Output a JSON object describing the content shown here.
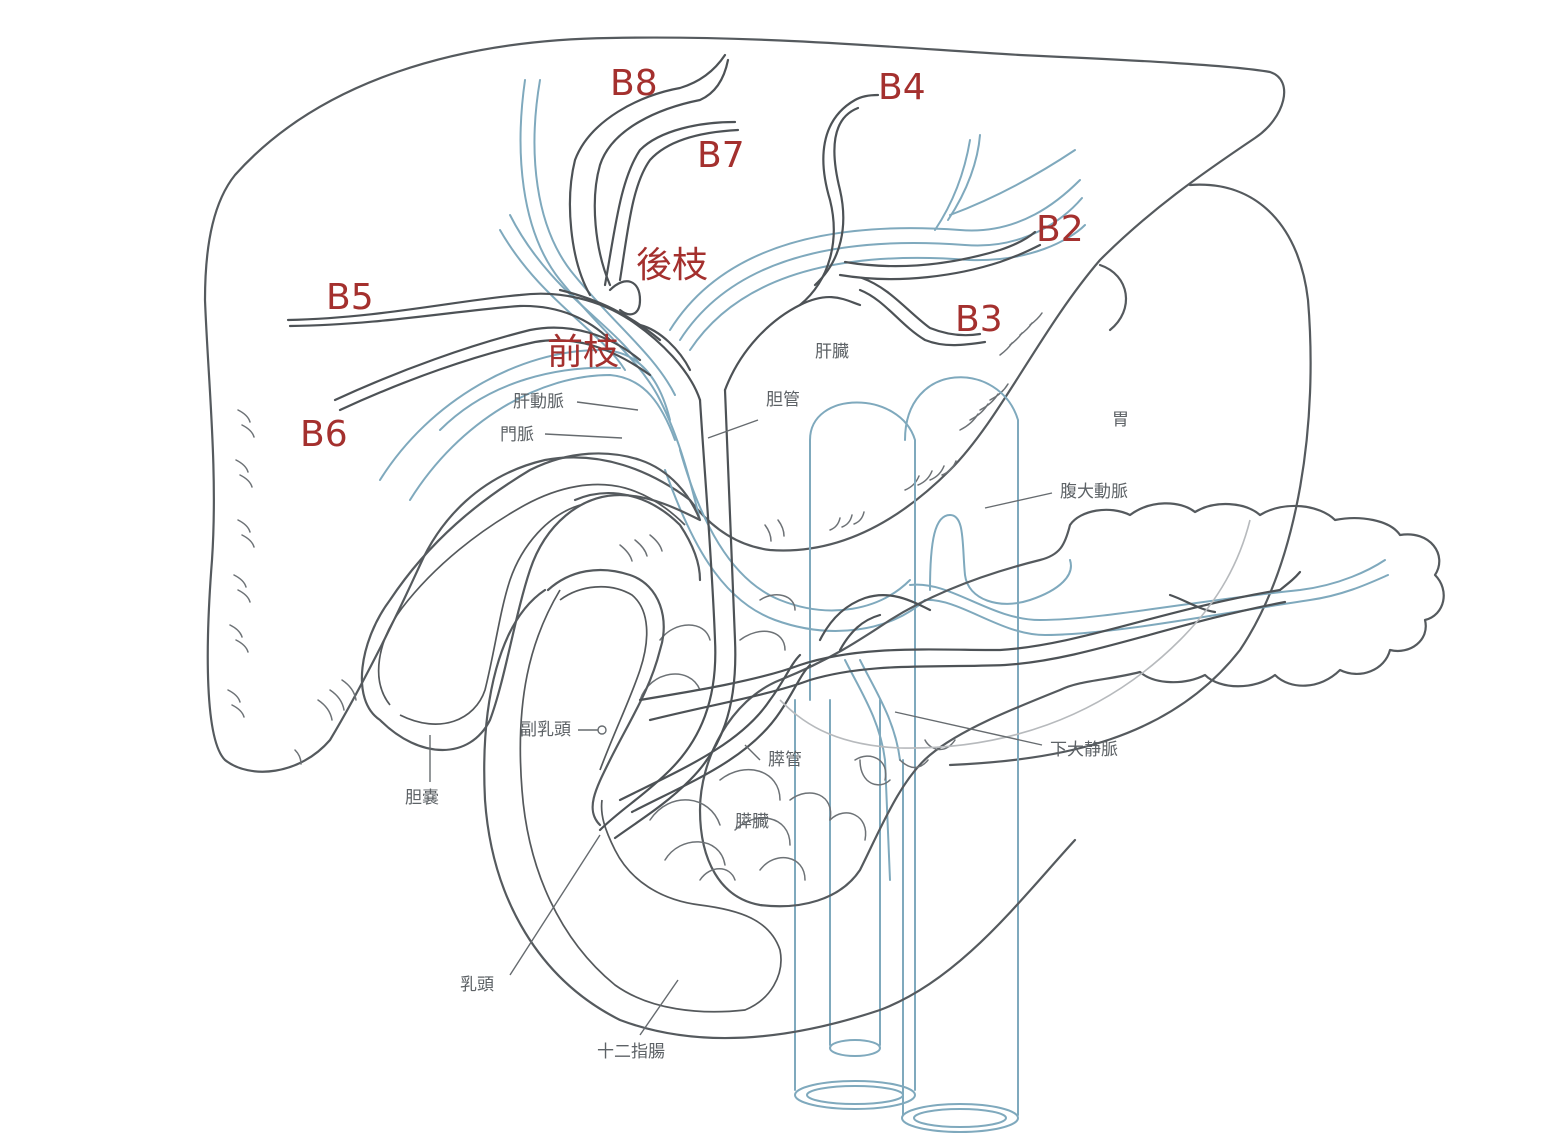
{
  "segment_labels": {
    "b8": "B8",
    "b7": "B7",
    "b4": "B4",
    "b2": "B2",
    "b3": "B3",
    "b5": "B5",
    "b6": "B6",
    "posterior_branch": "後枝",
    "anterior_branch": "前枝"
  },
  "anatomy_labels": {
    "liver": "肝臓",
    "stomach": "胃",
    "hepatic_artery": "肝動脈",
    "portal_vein": "門脈",
    "bile_duct": "胆管",
    "abdominal_aorta": "腹大動脈",
    "accessory_papilla": "副乳頭",
    "pancreatic_duct": "膵管",
    "inferior_vena_cava": "下大静脈",
    "gallbladder": "胆嚢",
    "pancreas": "膵臓",
    "papilla": "乳頭",
    "duodenum": "十二指腸"
  },
  "colors": {
    "segment_label": "#a4302e",
    "vessel": "#7fa9bd",
    "outline": "#555a5e",
    "anatomy_label": "#5d6266"
  }
}
